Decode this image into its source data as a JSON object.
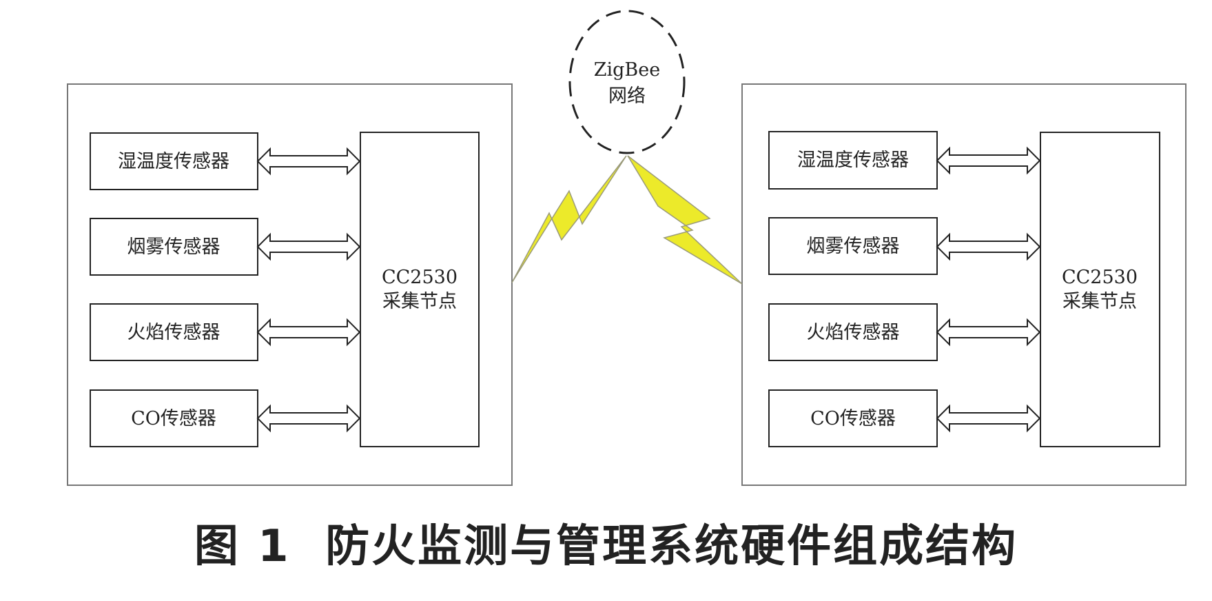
{
  "network": {
    "line1": "ZigBee",
    "line2": "网络"
  },
  "nodes": [
    {
      "sensors": [
        "湿温度传感器",
        "烟雾传感器",
        "火焰传感器",
        "CO传感器"
      ],
      "collector": {
        "line1": "CC2530",
        "line2": "采集节点"
      }
    },
    {
      "sensors": [
        "湿温度传感器",
        "烟雾传感器",
        "火焰传感器",
        "CO传感器"
      ],
      "collector": {
        "line1": "CC2530",
        "line2": "采集节点"
      }
    }
  ],
  "caption": {
    "number": "图 1",
    "title": "防火监测与管理系统硬件组成结构"
  },
  "colors": {
    "lightning": "#ecea2a",
    "stroke": "#222222",
    "frame": "#777777"
  }
}
